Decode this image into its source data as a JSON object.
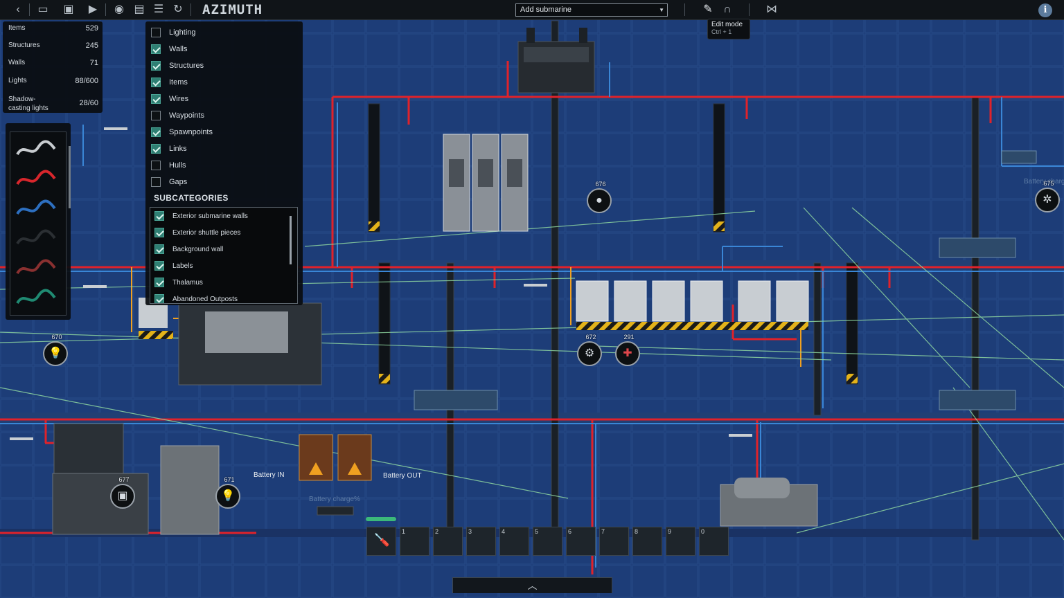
{
  "toolbar": {
    "submarine_name": "AZIMUTH",
    "add_submarine_placeholder": "Add submarine",
    "tooltip": {
      "title": "Edit mode",
      "shortcut": "Ctrl + 1"
    },
    "info_glyph": "i",
    "icons": [
      "back-icon",
      "open-folder-icon",
      "save-icon",
      "play-icon",
      "visibility-icon",
      "layers-icon",
      "list-icon",
      "wiring-icon",
      "edit-mode-icon",
      "wire-mode-icon",
      "character-mode-icon",
      "info-icon"
    ]
  },
  "stats": [
    {
      "label": "Items",
      "value": "529"
    },
    {
      "label": "Structures",
      "value": "245"
    },
    {
      "label": "Walls",
      "value": "71"
    },
    {
      "label": "Lights",
      "value": "88/600"
    },
    {
      "label": "Shadow-casting lights",
      "value": "28/60"
    }
  ],
  "wires": [
    "#c8ccd0",
    "#d8262c",
    "#2d6fc0",
    "#2b2f33",
    "#8a3030",
    "#1f8a72"
  ],
  "layers": [
    {
      "label": "Lighting",
      "checked": false
    },
    {
      "label": "Walls",
      "checked": true
    },
    {
      "label": "Structures",
      "checked": true
    },
    {
      "label": "Items",
      "checked": true
    },
    {
      "label": "Wires",
      "checked": true
    },
    {
      "label": "Waypoints",
      "checked": false
    },
    {
      "label": "Spawnpoints",
      "checked": true
    },
    {
      "label": "Links",
      "checked": true
    },
    {
      "label": "Hulls",
      "checked": false
    },
    {
      "label": "Gaps",
      "checked": false
    }
  ],
  "subcategories_title": "SUBCATEGORIES",
  "subcategories": [
    {
      "label": "Exterior submarine walls",
      "checked": true
    },
    {
      "label": "Exterior shuttle pieces",
      "checked": true
    },
    {
      "label": "Background wall",
      "checked": true
    },
    {
      "label": "Labels",
      "checked": true
    },
    {
      "label": "Thalamus",
      "checked": true
    },
    {
      "label": "Abandoned Outposts",
      "checked": true
    }
  ],
  "scene_labels": {
    "battery_in": "Battery IN",
    "battery_out": "Battery OUT",
    "battery_charge": "Battery charge%",
    "battery_charge_right": "Battery charge"
  },
  "badges": [
    {
      "id": "670",
      "icon": "lightbulb-icon"
    },
    {
      "id": "676",
      "icon": "person-icon"
    },
    {
      "id": "672",
      "icon": "gears-icon"
    },
    {
      "id": "291",
      "icon": "medical-icon"
    },
    {
      "id": "675",
      "icon": "helm-icon"
    },
    {
      "id": "677",
      "icon": "crate-icon"
    },
    {
      "id": "671",
      "icon": "lightbulb-icon"
    }
  ],
  "hotbar": [
    "",
    "1",
    "2",
    "3",
    "4",
    "5",
    "6",
    "7",
    "8",
    "9",
    "0"
  ],
  "colors": {
    "wire_red": "#e0222a",
    "wire_blue": "#3a86d6",
    "link_green": "#8ed6a0",
    "hull_blue": "#1b3a72",
    "accent_orange": "#f0a020"
  }
}
